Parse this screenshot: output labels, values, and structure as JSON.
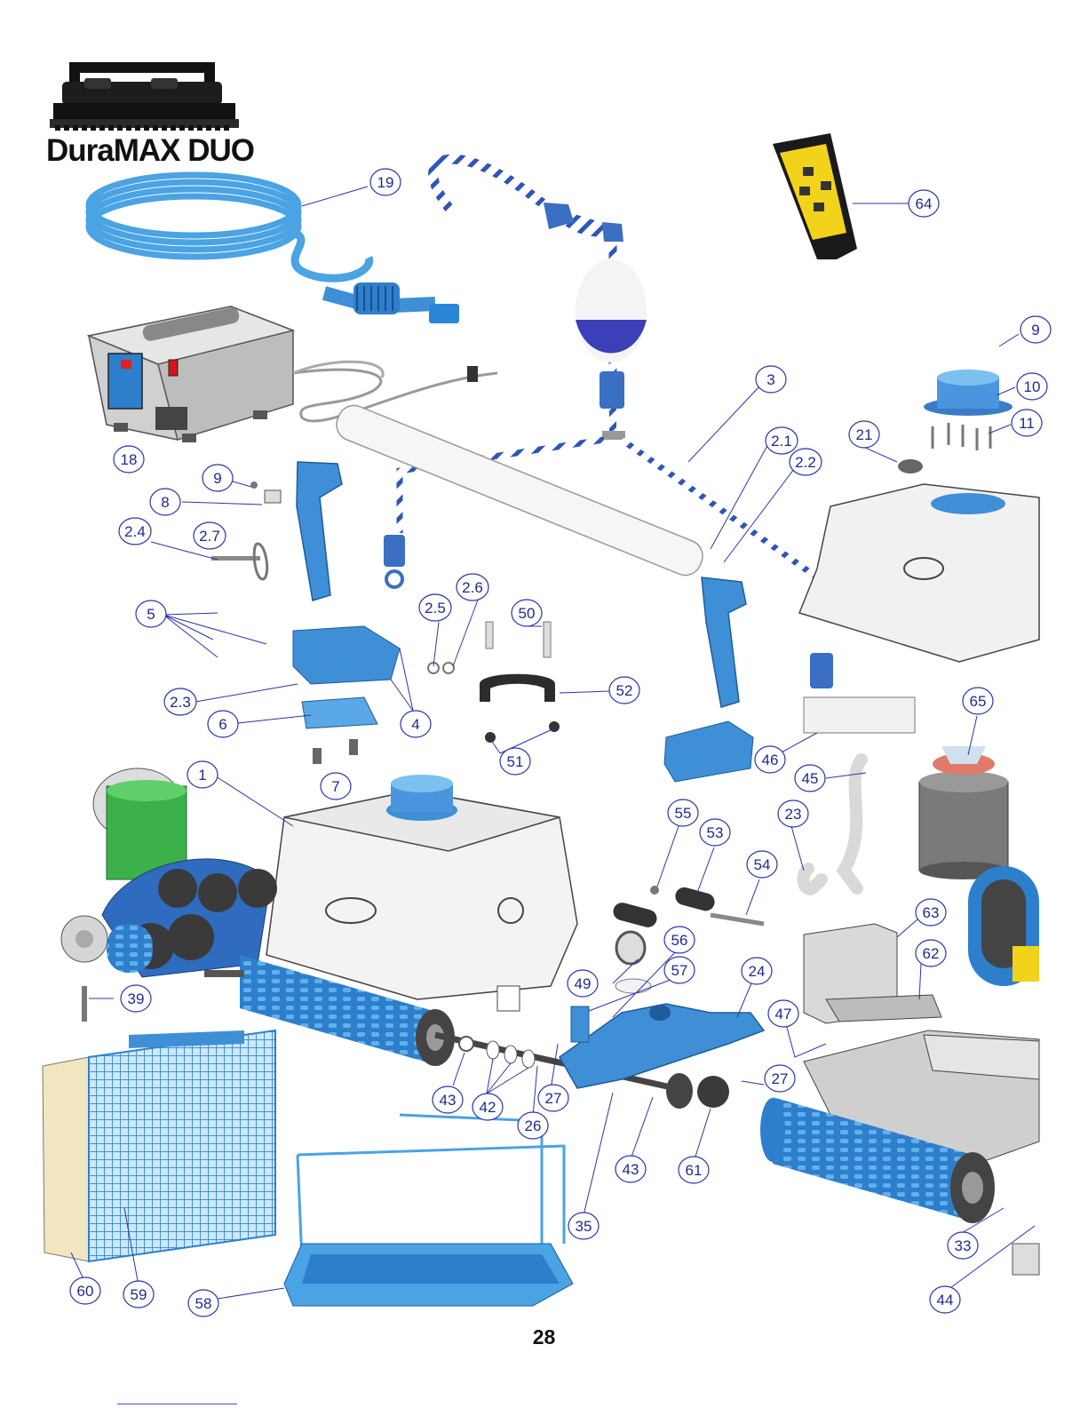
{
  "brand": {
    "title": "DuraMAX DUO"
  },
  "page_number": "28",
  "colors": {
    "part_blue": "#3f8fd6",
    "light_blue": "#8cc6ef",
    "callout": "#2a34a8",
    "housing": "#f1f1f1",
    "yellow": "#f2d31c",
    "green": "#3cb04a"
  },
  "callouts": [
    {
      "id": "c19",
      "label": "19"
    },
    {
      "id": "c64",
      "label": "64"
    },
    {
      "id": "c9a",
      "label": "9"
    },
    {
      "id": "c10",
      "label": "10"
    },
    {
      "id": "c11",
      "label": "11"
    },
    {
      "id": "c3",
      "label": "3"
    },
    {
      "id": "c21",
      "label": "21"
    },
    {
      "id": "c21b",
      "label": "2.1"
    },
    {
      "id": "c22",
      "label": "2.2"
    },
    {
      "id": "c18",
      "label": "18"
    },
    {
      "id": "c9b",
      "label": "9"
    },
    {
      "id": "c8",
      "label": "8"
    },
    {
      "id": "c24a",
      "label": "2.4"
    },
    {
      "id": "c27a",
      "label": "2.7"
    },
    {
      "id": "c26a",
      "label": "2.6"
    },
    {
      "id": "c25",
      "label": "2.5"
    },
    {
      "id": "c50",
      "label": "50"
    },
    {
      "id": "c5",
      "label": "5"
    },
    {
      "id": "c52",
      "label": "52"
    },
    {
      "id": "c23a",
      "label": "2.3"
    },
    {
      "id": "c6",
      "label": "6"
    },
    {
      "id": "c4",
      "label": "4"
    },
    {
      "id": "c51",
      "label": "51"
    },
    {
      "id": "c65",
      "label": "65"
    },
    {
      "id": "c46",
      "label": "46"
    },
    {
      "id": "c7",
      "label": "7"
    },
    {
      "id": "c1",
      "label": "1"
    },
    {
      "id": "c45",
      "label": "45"
    },
    {
      "id": "c55",
      "label": "55"
    },
    {
      "id": "c53",
      "label": "53"
    },
    {
      "id": "c23",
      "label": "23"
    },
    {
      "id": "c54",
      "label": "54"
    },
    {
      "id": "c63",
      "label": "63"
    },
    {
      "id": "c56",
      "label": "56"
    },
    {
      "id": "c62",
      "label": "62"
    },
    {
      "id": "c49",
      "label": "49"
    },
    {
      "id": "c57",
      "label": "57"
    },
    {
      "id": "c24",
      "label": "24"
    },
    {
      "id": "c39",
      "label": "39"
    },
    {
      "id": "c47",
      "label": "47"
    },
    {
      "id": "c27b",
      "label": "27"
    },
    {
      "id": "c27c",
      "label": "27"
    },
    {
      "id": "c43a",
      "label": "43"
    },
    {
      "id": "c42",
      "label": "42"
    },
    {
      "id": "c26",
      "label": "26"
    },
    {
      "id": "c43b",
      "label": "43"
    },
    {
      "id": "c61",
      "label": "61"
    },
    {
      "id": "c35",
      "label": "35"
    },
    {
      "id": "c33",
      "label": "33"
    },
    {
      "id": "c60",
      "label": "60"
    },
    {
      "id": "c59",
      "label": "59"
    },
    {
      "id": "c58",
      "label": "58"
    },
    {
      "id": "c44",
      "label": "44"
    }
  ]
}
